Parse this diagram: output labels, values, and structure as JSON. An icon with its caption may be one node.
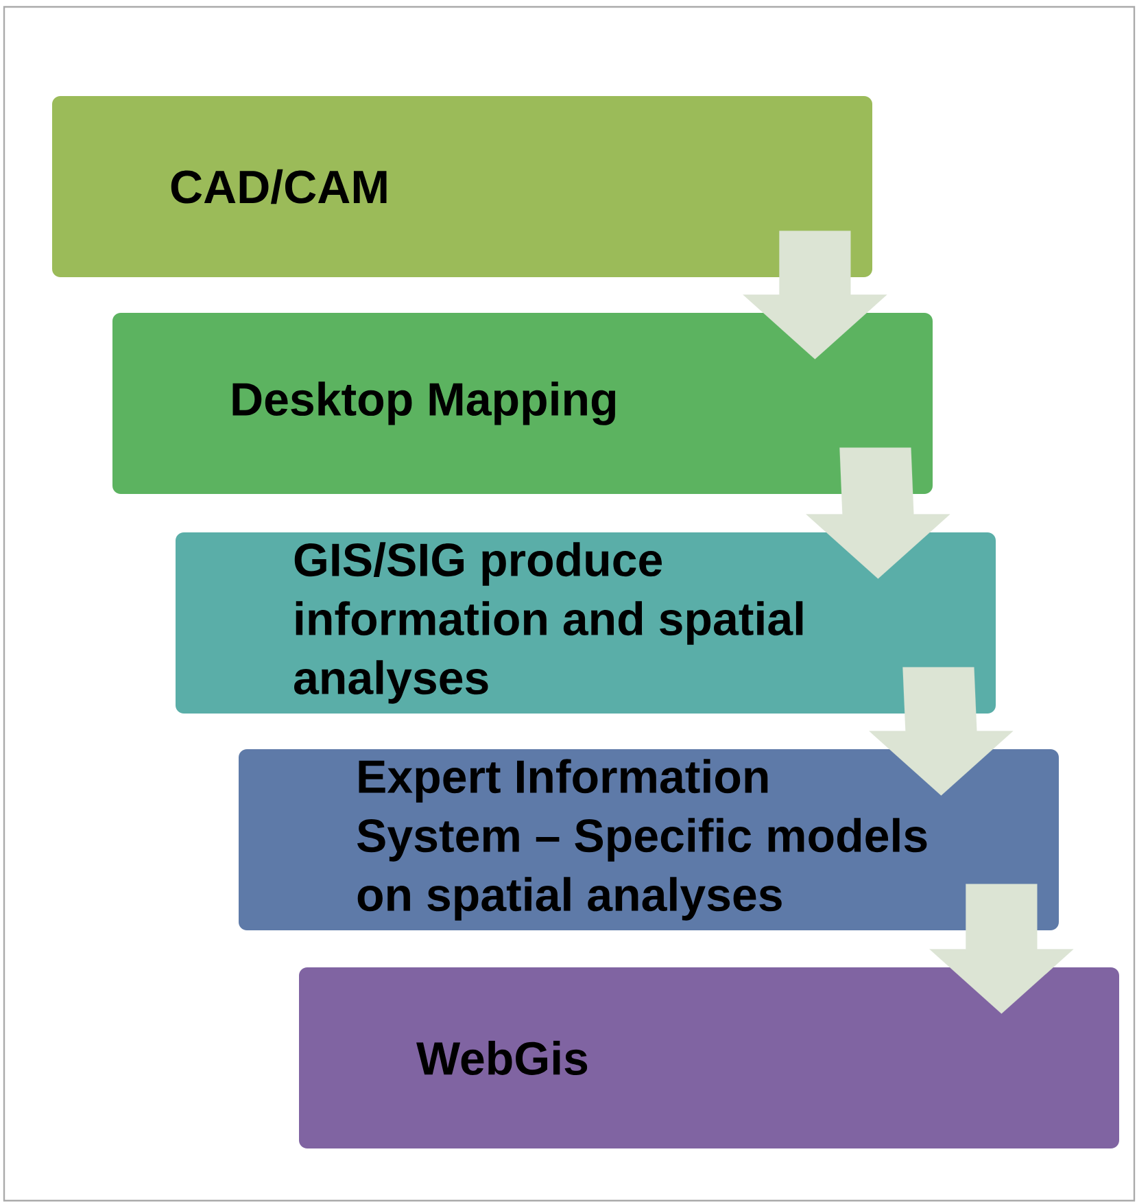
{
  "diagram": {
    "nodes": [
      {
        "text": [
          "CAD/CAM"
        ]
      },
      {
        "text": [
          "Desktop Mapping"
        ]
      },
      {
        "text": [
          "GIS/SIG produce information and spatial analyses"
        ]
      },
      {
        "text": [
          "Expert Information System – Specific models on spatial analyses"
        ]
      },
      {
        "text": [
          "WebGis"
        ]
      }
    ],
    "edges": [
      {
        "from": 0,
        "to": 1,
        "arrow": "to"
      },
      {
        "from": 1,
        "to": 2,
        "arrow": "to"
      },
      {
        "from": 2,
        "to": 3,
        "arrow": "to"
      },
      {
        "from": 3,
        "to": 4,
        "arrow": "to"
      }
    ]
  }
}
